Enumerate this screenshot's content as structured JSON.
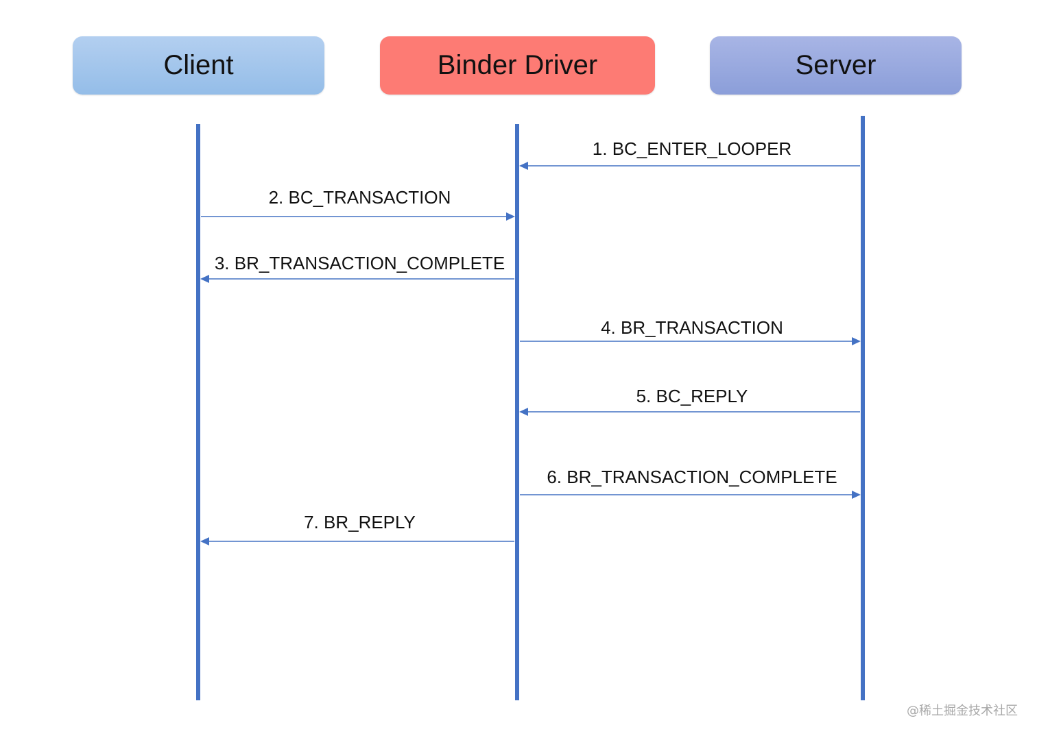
{
  "participants": {
    "client": "Client",
    "binder": "Binder Driver",
    "server": "Server"
  },
  "messages": [
    {
      "from": "server",
      "to": "binder",
      "label": "1. BC_ENTER_LOOPER"
    },
    {
      "from": "client",
      "to": "binder",
      "label": "2. BC_TRANSACTION"
    },
    {
      "from": "binder",
      "to": "client",
      "label": "3. BR_TRANSACTION_COMPLETE"
    },
    {
      "from": "binder",
      "to": "server",
      "label": "4. BR_TRANSACTION"
    },
    {
      "from": "server",
      "to": "binder",
      "label": "5. BC_REPLY"
    },
    {
      "from": "binder",
      "to": "server",
      "label": "6. BR_TRANSACTION_COMPLETE"
    },
    {
      "from": "binder",
      "to": "client",
      "label": "7. BR_REPLY"
    }
  ],
  "colors": {
    "lifeline": "#4472c4",
    "arrow": "#4472c4",
    "client_box": "#a4c6ec",
    "binder_box": "#fd7b74",
    "server_box": "#9aaadf"
  },
  "watermark": "@稀土掘金技术社区"
}
